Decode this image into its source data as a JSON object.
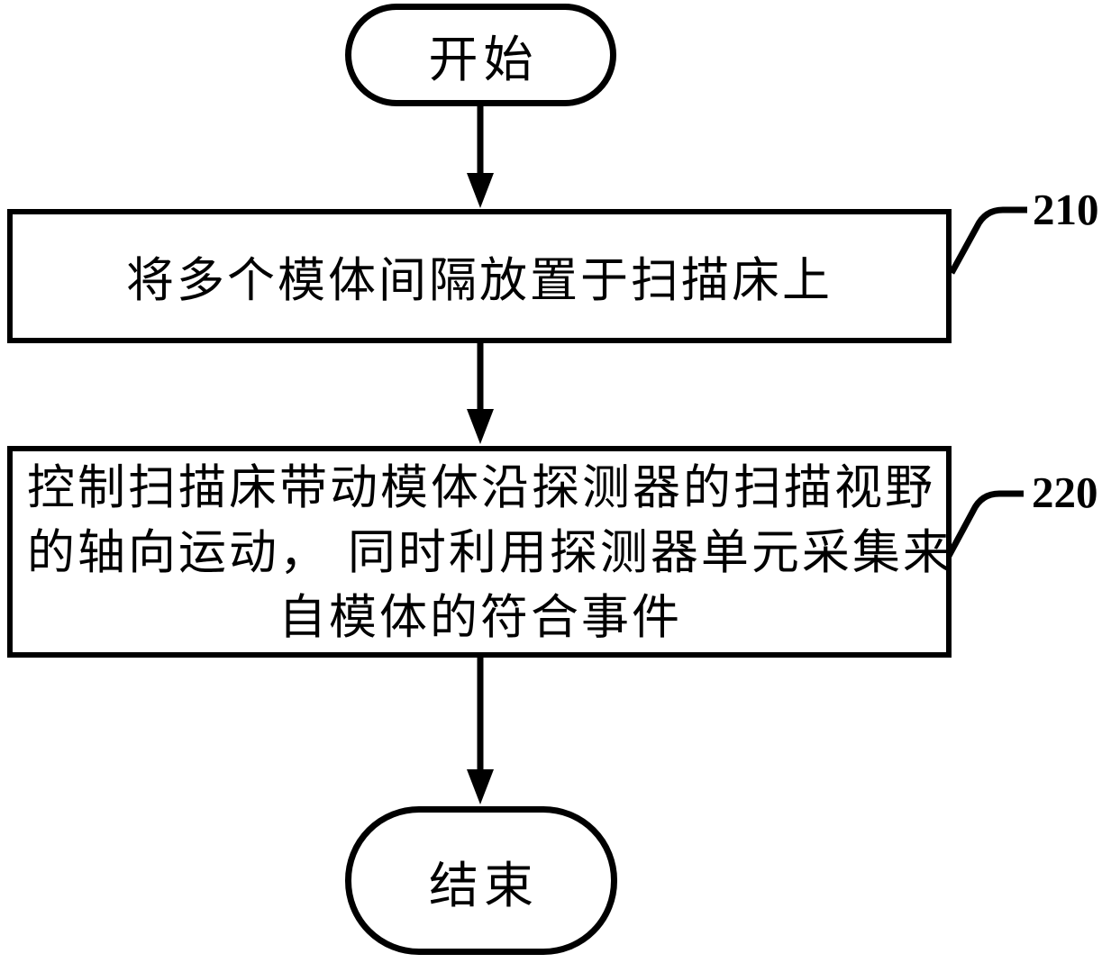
{
  "figure": {
    "colors": {
      "background": "#ffffff",
      "line": "#000000",
      "text": "#000000"
    }
  },
  "flowchart": {
    "start": {
      "label": "开始"
    },
    "steps": [
      {
        "ref_label": "210",
        "text": "将多个模体间隔放置于扫描床上"
      },
      {
        "ref_label": "220",
        "lines": [
          "控制扫描床带动模体沿探测器的扫描视野",
          "的轴向运动， 同时利用探测器单元采集来",
          "自模体的符合事件"
        ]
      }
    ],
    "end": {
      "label": "结束"
    }
  }
}
